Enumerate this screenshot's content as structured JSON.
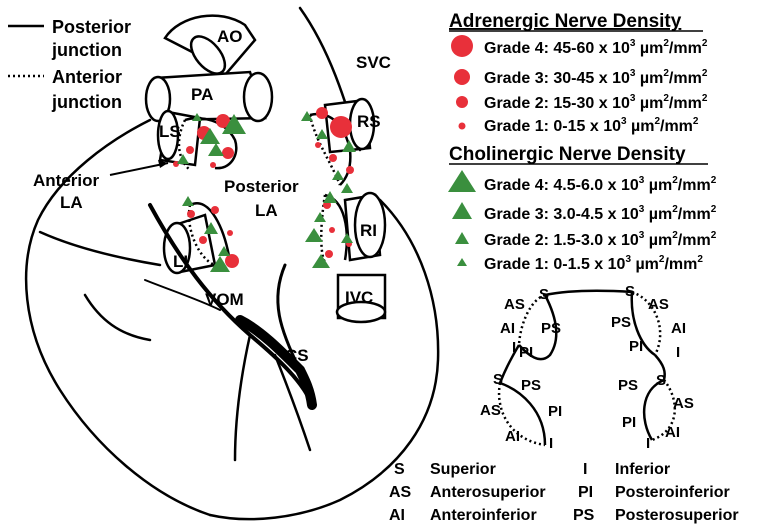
{
  "line_legend": {
    "posterior_line1": "Posterior",
    "posterior_line2": "junction",
    "anterior_line1": "Anterior",
    "anterior_line2": "junction"
  },
  "anatomy_labels": {
    "ao": "AO",
    "svc": "SVC",
    "pa": "PA",
    "ls": "LS",
    "rs": "RS",
    "anterior_la_line1": "Anterior",
    "anterior_la_line2": "LA",
    "posterior_la_line1": "Posterior",
    "posterior_la_line2": "LA",
    "li": "LI",
    "ri": "RI",
    "vom": "VOM",
    "ivc": "IVC",
    "cs": "CS"
  },
  "adrenergic": {
    "title": "Adrenergic Nerve Density",
    "color": "#e8303a",
    "grades": [
      {
        "grade": "Grade 4:",
        "range": "45-60 x 10",
        "exp": "3",
        "unit": " µm",
        "unit_exp": "2",
        "unit_tail": "/mm",
        "unit_tail_exp": "2"
      },
      {
        "grade": "Grade 3:",
        "range": "30-45 x 10",
        "exp": "3",
        "unit": " µm",
        "unit_exp": "2",
        "unit_tail": "/mm",
        "unit_tail_exp": "2"
      },
      {
        "grade": "Grade 2:",
        "range": "15-30 x 10",
        "exp": "3",
        "unit": " µm",
        "unit_exp": "2",
        "unit_tail": "/mm",
        "unit_tail_exp": "2"
      },
      {
        "grade": "Grade 1:",
        "range": "0-15 x 10",
        "exp": "3",
        "unit": " µm",
        "unit_exp": "2",
        "unit_tail": "/mm",
        "unit_tail_exp": "2"
      }
    ]
  },
  "cholinergic": {
    "title": "Cholinergic Nerve Density",
    "color": "#3a8f3e",
    "grades": [
      {
        "grade": "Grade 4:",
        "range": "4.5-6.0 x 10",
        "exp": "3",
        "unit": " µm",
        "unit_exp": "2",
        "unit_tail": "/mm",
        "unit_tail_exp": "2"
      },
      {
        "grade": "Grade 3:",
        "range": "3.0-4.5 x 10",
        "exp": "3",
        "unit": " µm",
        "unit_exp": "2",
        "unit_tail": "/mm",
        "unit_tail_exp": "2"
      },
      {
        "grade": "Grade 2:",
        "range": "1.5-3.0 x 10",
        "exp": "3",
        "unit": " µm",
        "unit_exp": "2",
        "unit_tail": "/mm",
        "unit_tail_exp": "2"
      },
      {
        "grade": "Grade 1:",
        "range": "0-1.5 x 10",
        "exp": "3",
        "unit": " µm",
        "unit_exp": "2",
        "unit_tail": "/mm",
        "unit_tail_exp": "2"
      }
    ]
  },
  "segment_diagram": {
    "s": "S",
    "as": "AS",
    "ai": "AI",
    "ps": "PS",
    "pi": "PI",
    "i": "I"
  },
  "abbreviations": [
    {
      "abbr": "S",
      "meaning": "Superior"
    },
    {
      "abbr": "AS",
      "meaning": "Anterosuperior"
    },
    {
      "abbr": "AI",
      "meaning": "Anteroinferior"
    },
    {
      "abbr": "I",
      "meaning": "Inferior"
    },
    {
      "abbr": "PI",
      "meaning": "Posteroinferior"
    },
    {
      "abbr": "PS",
      "meaning": "Posterosuperior"
    }
  ]
}
